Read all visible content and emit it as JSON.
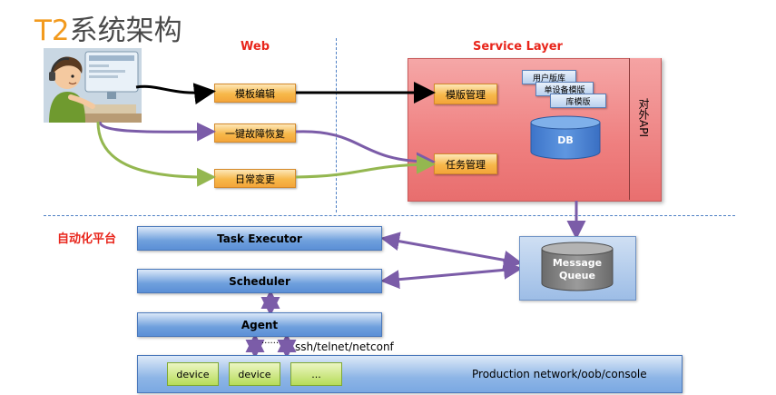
{
  "title": {
    "prefix": "T2",
    "main": "系统架构"
  },
  "sections": {
    "web": "Web",
    "service_layer": "Service Layer",
    "automation_platform": "自动化平台"
  },
  "web_actions": [
    "模板编辑",
    "一键故障恢复",
    "日常变更"
  ],
  "service_layer": {
    "template_mgmt": "模版管理",
    "task_mgmt": "任务管理",
    "libraries": [
      "用户版库",
      "单设备模版",
      "库模版"
    ],
    "db": "DB",
    "external_api": "对外API"
  },
  "platform": {
    "task_executor": "Task Executor",
    "scheduler": "Scheduler",
    "agent": "Agent",
    "message_queue": [
      "Message",
      "Queue"
    ],
    "protocols": "ssh/telnet/netconf",
    "dots": "......"
  },
  "production": {
    "devices": [
      "device",
      "device",
      "..."
    ],
    "label": "Production network/oob/console"
  },
  "colors": {
    "title_accent": "#f29a1e",
    "heading_red": "#e8251b",
    "arrow_purple": "#7b5ca8",
    "arrow_green": "#94b750"
  }
}
